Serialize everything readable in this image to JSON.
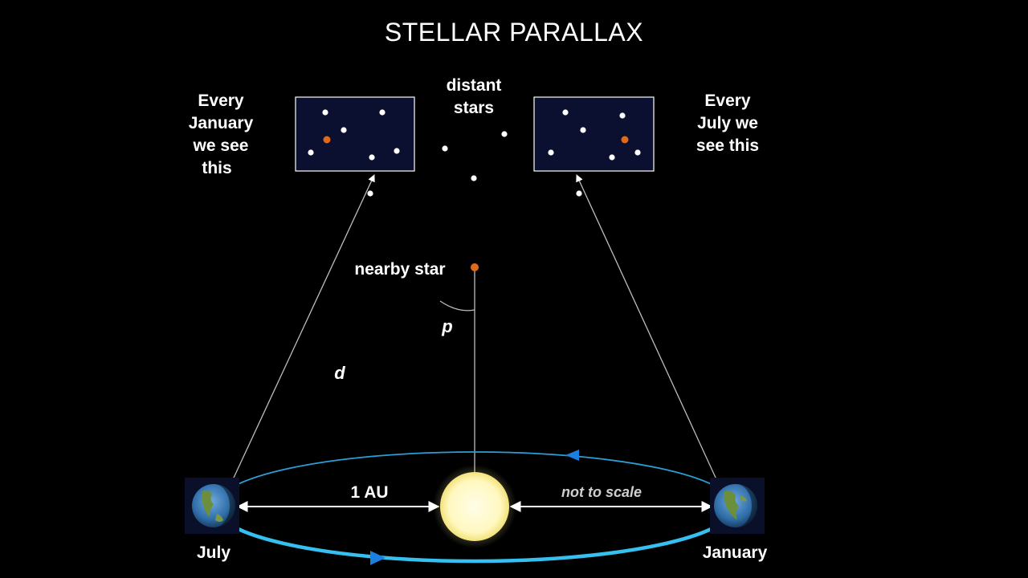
{
  "title": "STELLAR PARALLAX",
  "labels": {
    "left_caption": [
      "Every",
      "January",
      "we see",
      "this"
    ],
    "right_caption": [
      "Every",
      "July we",
      "see this"
    ],
    "distant_stars": [
      "distant",
      "stars"
    ],
    "nearby_star": "nearby star",
    "parallax_angle": "p",
    "distance": "d",
    "au": "1 AU",
    "scale_note": "not to scale",
    "july": "July",
    "january": "January"
  },
  "colors": {
    "background": "#000000",
    "nearby_star": "#e06a1a",
    "orbit": "#2a9fd6",
    "orbit_arrow": "#1a7fe0",
    "sun": "#fffbd0",
    "sky_panel": "#0b1030"
  },
  "icons": {
    "sun": "sun-icon",
    "earth": "earth-icon",
    "star": "star-dot-icon"
  }
}
